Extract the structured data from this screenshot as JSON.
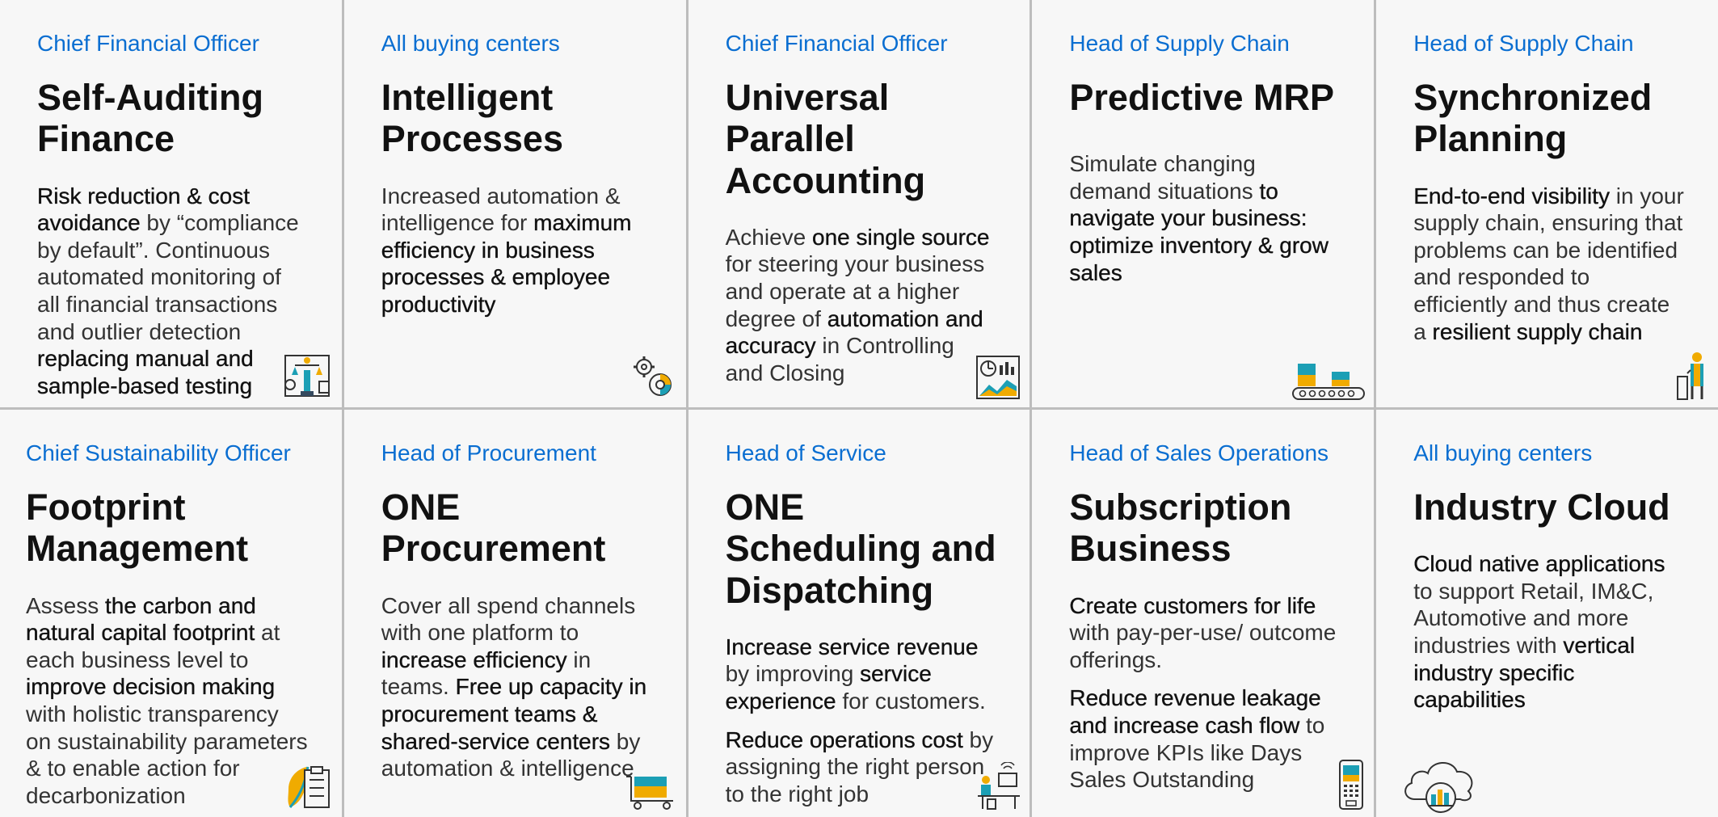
{
  "cards": [
    {
      "role": "Chief Financial Officer",
      "title": "Self-Auditing Finance",
      "desc1": [
        {
          "t": "Risk reduction & cost avoidance",
          "b": true
        },
        {
          "t": " by “compliance by default”. Continuous automated monitoring of all financial transactions and outlier detection ",
          "b": false
        },
        {
          "t": "replacing manual and sample-based testing",
          "b": true
        }
      ],
      "icon": "audit-scale-icon"
    },
    {
      "role": "All buying centers",
      "title": "Intelligent Processes",
      "desc1": [
        {
          "t": "Increased automation & intelligence for ",
          "b": false
        },
        {
          "t": "maximum efficiency in business processes & employee productivity",
          "b": true
        }
      ],
      "icon": "gears-icon"
    },
    {
      "role": "Chief Financial Officer",
      "title": "Universal Parallel Accounting",
      "desc1": [
        {
          "t": "Achieve ",
          "b": false
        },
        {
          "t": "one single source",
          "b": true
        },
        {
          "t": " for steering your business and operate at a higher degree of ",
          "b": false
        },
        {
          "t": "automation and accuracy",
          "b": true
        },
        {
          "t": " in Controlling and Closing",
          "b": false
        }
      ],
      "icon": "analytics-dashboard-icon"
    },
    {
      "role": "Head of Supply Chain",
      "title": "Predictive MRP",
      "desc1": [
        {
          "t": "Simulate changing demand situations ",
          "b": false
        },
        {
          "t": "to navigate your business: optimize inventory & grow sales",
          "b": true
        }
      ],
      "icon": "conveyor-belt-icon"
    },
    {
      "role": "Head of Supply Chain",
      "title": "Synchronized Planning",
      "desc1": [
        {
          "t": "End-to-end visibility",
          "b": true
        },
        {
          "t": " in your supply chain, ensuring that problems can be identified and responded to efficiently and thus create a ",
          "b": false
        },
        {
          "t": "resilient supply chain",
          "b": true
        }
      ],
      "icon": "worker-icon"
    },
    {
      "role": "Chief Sustainability Officer",
      "title": "Footprint Management",
      "desc1": [
        {
          "t": "Assess ",
          "b": false
        },
        {
          "t": "the carbon and natural capital footprint",
          "b": true
        },
        {
          "t": " at each business level to ",
          "b": false
        },
        {
          "t": "improve decision making",
          "b": true
        },
        {
          "t": " with holistic transparency on sustainability parameters & to enable action for  decarbonization",
          "b": false
        }
      ],
      "icon": "leaf-clipboard-icon"
    },
    {
      "role": "Head of Procurement",
      "title": "ONE Procurement",
      "desc1": [
        {
          "t": "Cover all spend channels with one platform to ",
          "b": false
        },
        {
          "t": "increase efficiency",
          "b": true
        },
        {
          "t": " in teams. ",
          "b": false
        },
        {
          "t": "Free up capacity in procurement teams & shared-service centers",
          "b": true
        },
        {
          "t": " by automation & intelligence",
          "b": false
        }
      ],
      "icon": "shopping-cart-icon"
    },
    {
      "role": "Head of Service",
      "title": "ONE Scheduling and Dispatching",
      "desc1": [
        {
          "t": "Increase service revenue",
          "b": true
        },
        {
          "t": " by improving ",
          "b": false
        },
        {
          "t": "service experience",
          "b": true
        },
        {
          "t": " for customers.",
          "b": false
        }
      ],
      "desc2": [
        {
          "t": "Reduce operations cost",
          "b": true
        },
        {
          "t": " by assigning the right person to the right job",
          "b": false
        }
      ],
      "icon": "dispatcher-desk-icon"
    },
    {
      "role": "Head of Sales Operations",
      "title": "Subscription Business",
      "desc1": [
        {
          "t": "Create customers for life",
          "b": true
        },
        {
          "t": " with pay-per-use/ outcome offerings.",
          "b": false
        }
      ],
      "desc2": [
        {
          "t": "Reduce revenue leakage and increase cash flow",
          "b": true
        },
        {
          "t": " to improve KPIs like Days Sales Outstanding",
          "b": false
        }
      ],
      "icon": "payment-terminal-icon"
    },
    {
      "role": "All buying centers",
      "title": "Industry Cloud",
      "desc1": [
        {
          "t": "Cloud native applications",
          "b": true
        },
        {
          "t": " to support Retail, IM&C, Automotive and more industries with ",
          "b": false
        },
        {
          "t": "vertical industry specific capabilities",
          "b": true
        }
      ],
      "icon": "cloud-city-icon"
    }
  ],
  "colors": {
    "accent_blue": "#0a6ed1",
    "icon_yellow": "#f0ab00",
    "icon_teal": "#1c9fb5",
    "icon_navy": "#354a5f",
    "card_bg": "#f7f7f7",
    "grid_line": "#bdbdbd"
  }
}
